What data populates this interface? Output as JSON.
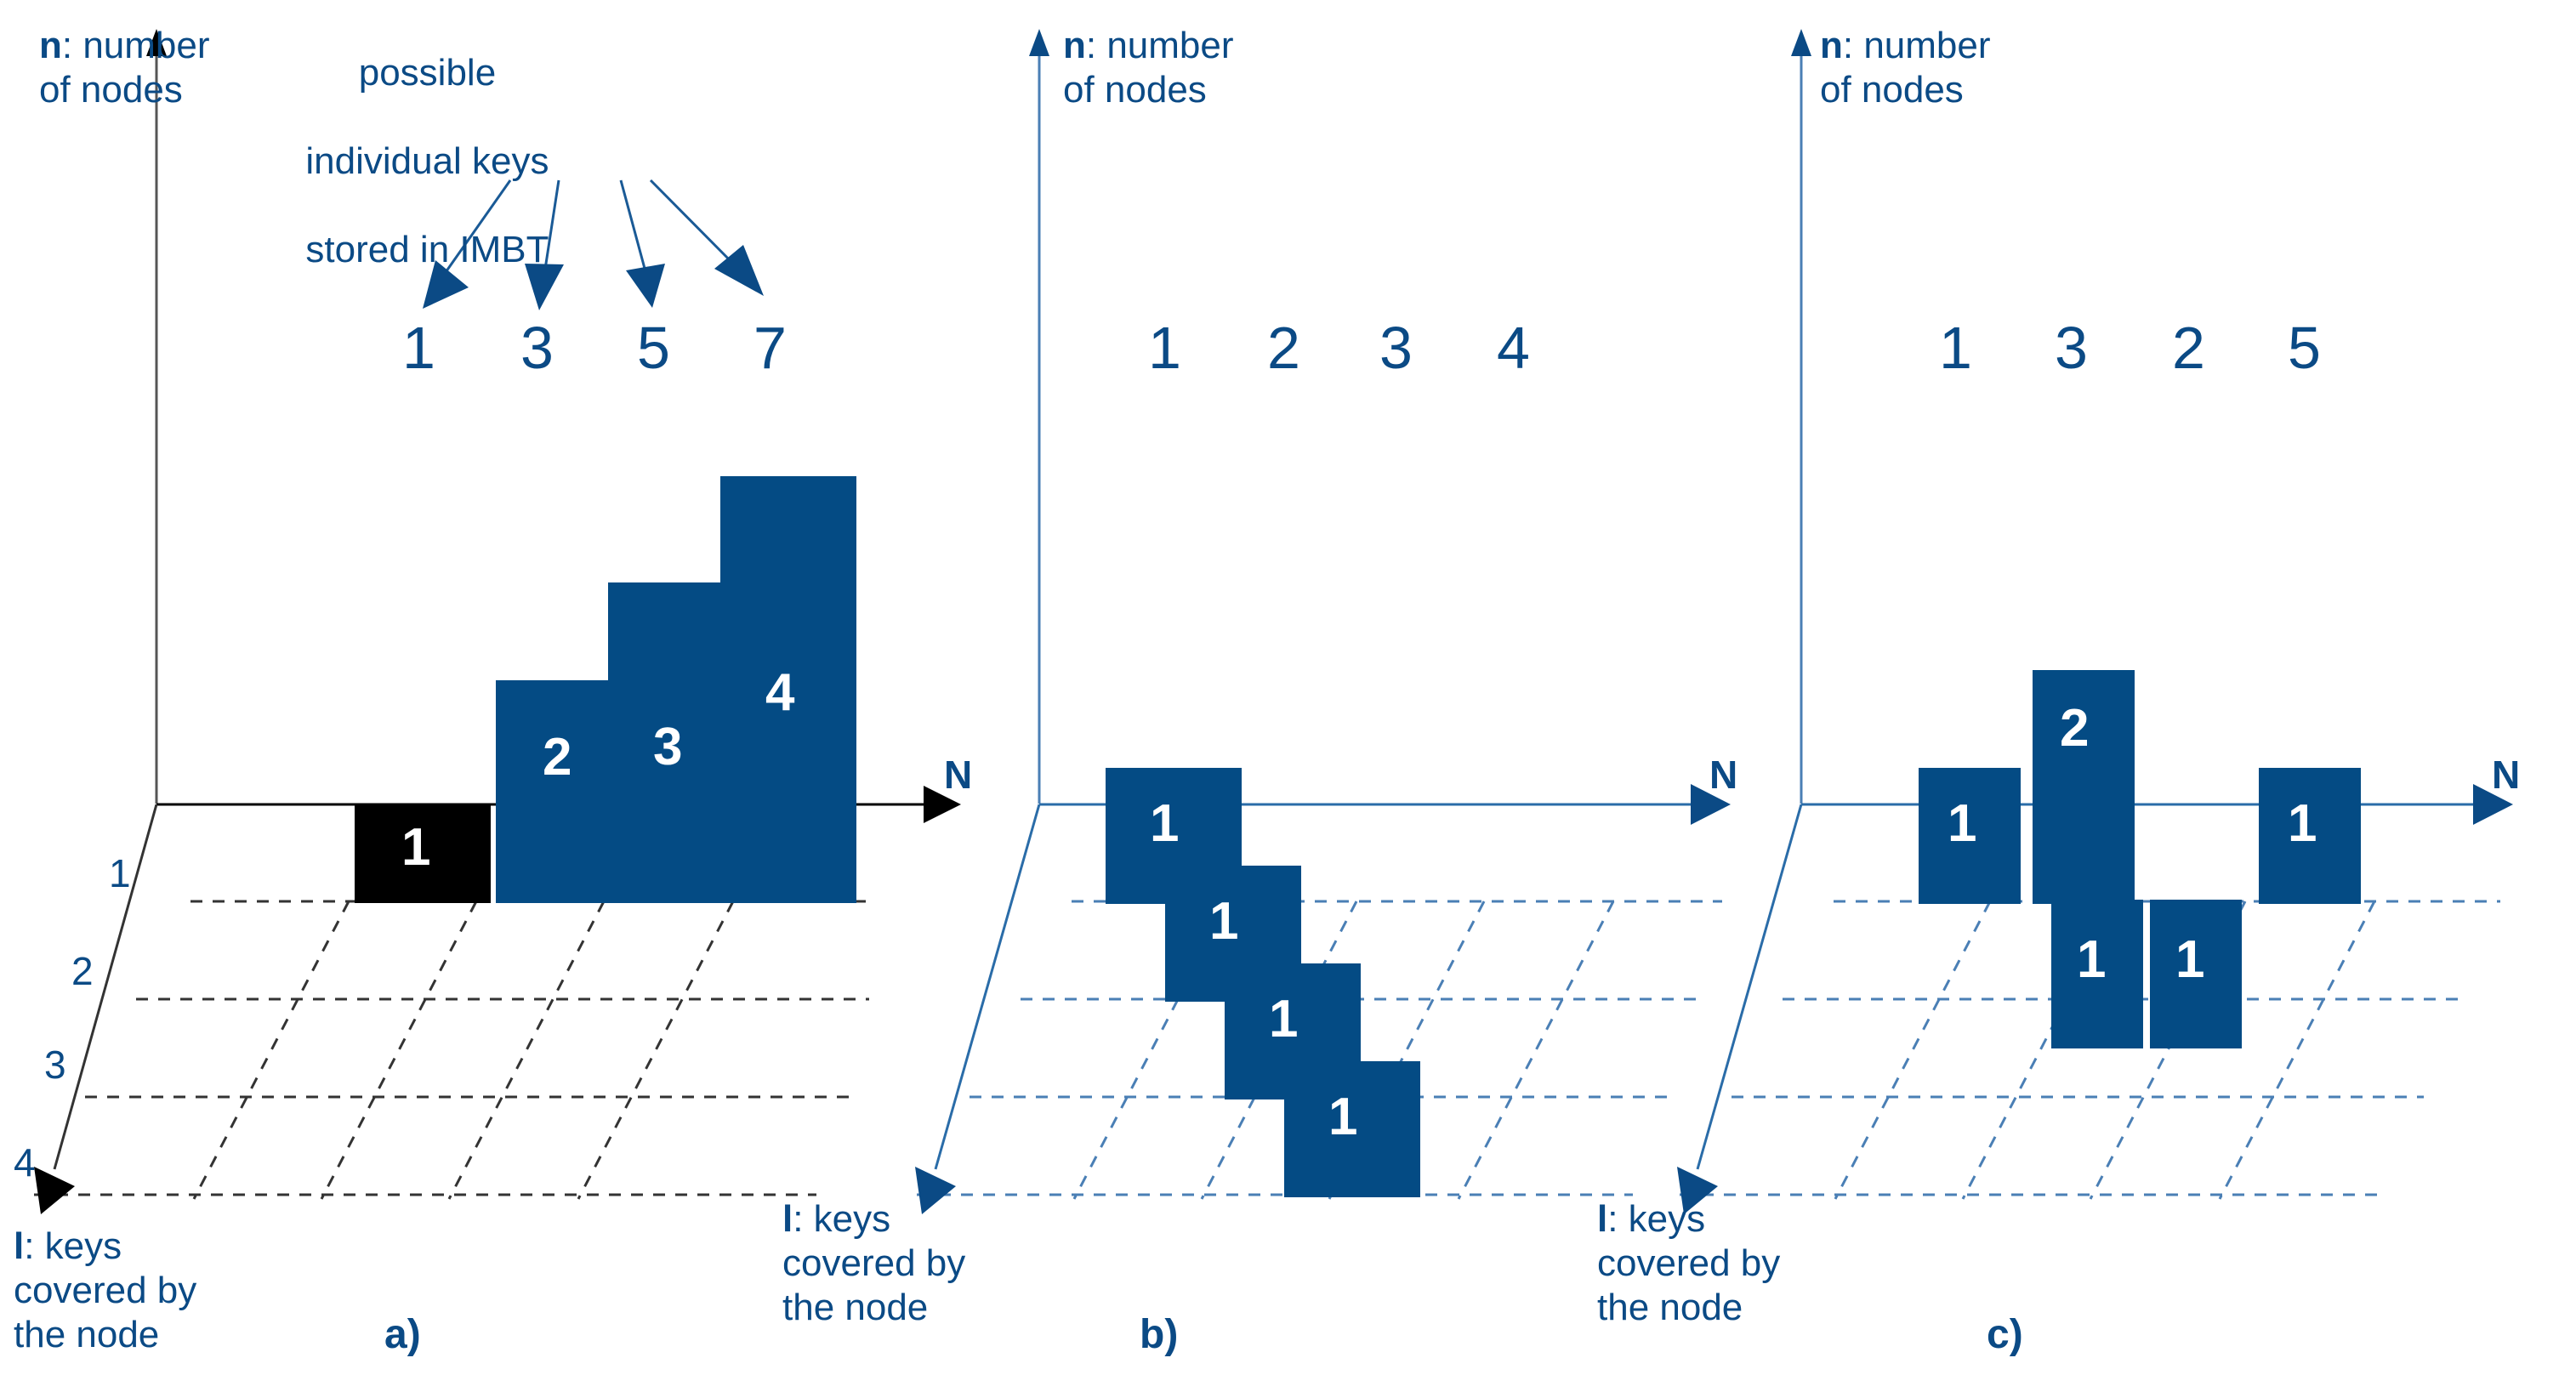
{
  "figure": {
    "title": "IMBT node/key coverage illustration",
    "colors": {
      "blue": "#0B4A85",
      "bar_blue": "#044B84",
      "black": "#000000",
      "white": "#FFFFFF",
      "grid_black": "#333333",
      "grid_blue": "#4A7FB5"
    }
  },
  "panels": [
    {
      "id": "a",
      "panel_label": "a)",
      "y_axis_label_bold": "n",
      "y_axis_label_rest": ": number",
      "y_axis_label_line2": "of nodes",
      "x_axis_label": "N",
      "depth_axis_label_bold": "l",
      "depth_axis_label_rest": ": keys",
      "depth_axis_label_line2": "covered by",
      "depth_axis_label_line3": "the node",
      "depth_ticks": [
        "1",
        "2",
        "3",
        "4"
      ],
      "callout_line1": "possible",
      "callout_line2": "individual keys",
      "callout_line3": "stored in IMBT",
      "column_numbers": [
        "1",
        "3",
        "5",
        "7"
      ],
      "bars": [
        {
          "label": "1",
          "value": 1,
          "column": 1,
          "depth": 1,
          "color": "#000000"
        },
        {
          "label": "2",
          "value": 2,
          "column": 2,
          "depth": 1,
          "color": "#044B84"
        },
        {
          "label": "3",
          "value": 3,
          "column": 3,
          "depth": 1,
          "color": "#044B84"
        },
        {
          "label": "4",
          "value": 4,
          "column": 4,
          "depth": 1,
          "color": "#044B84"
        }
      ]
    },
    {
      "id": "b",
      "panel_label": "b)",
      "y_axis_label_bold": "n",
      "y_axis_label_rest": ": number",
      "y_axis_label_line2": "of nodes",
      "x_axis_label": "N",
      "depth_axis_label_bold": "l",
      "depth_axis_label_rest": ": keys",
      "depth_axis_label_line2": "covered by",
      "depth_axis_label_line3": "the node",
      "column_numbers": [
        "1",
        "2",
        "3",
        "4"
      ],
      "bars": [
        {
          "label": "1",
          "value": 1,
          "column": 1,
          "depth": 1,
          "color": "#044B84"
        },
        {
          "label": "1",
          "value": 1,
          "column": 2,
          "depth": 2,
          "color": "#044B84"
        },
        {
          "label": "1",
          "value": 1,
          "column": 3,
          "depth": 3,
          "color": "#044B84"
        },
        {
          "label": "1",
          "value": 1,
          "column": 4,
          "depth": 4,
          "color": "#044B84"
        }
      ]
    },
    {
      "id": "c",
      "panel_label": "c)",
      "y_axis_label_bold": "n",
      "y_axis_label_rest": ": number",
      "y_axis_label_line2": "of nodes",
      "x_axis_label": "N",
      "depth_axis_label_bold": "l",
      "depth_axis_label_rest": ": keys",
      "depth_axis_label_line2": "covered by",
      "depth_axis_label_line3": "the node",
      "column_numbers": [
        "1",
        "3",
        "2",
        "5"
      ],
      "bars": [
        {
          "label": "1",
          "value": 1,
          "column": 1,
          "depth": 1,
          "color": "#044B84"
        },
        {
          "label": "2",
          "value": 2,
          "column": 2,
          "depth": 1,
          "color": "#044B84"
        },
        {
          "label": "1",
          "value": 1,
          "column": 4,
          "depth": 1,
          "color": "#044B84"
        },
        {
          "label": "1",
          "value": 1,
          "column": 2,
          "depth": 2,
          "color": "#044B84"
        },
        {
          "label": "1",
          "value": 1,
          "column": 3,
          "depth": 2,
          "color": "#044B84"
        }
      ]
    }
  ],
  "chart_data": {
    "type": "bar",
    "title": "Number of nodes vs. N and keys covered by the node (l) for three IMBT configurations",
    "xlabel": "N",
    "ylabel": "n: number of nodes",
    "zlabel": "l: keys covered by the node",
    "grid": true,
    "legend": "none",
    "panels": [
      {
        "name": "a)",
        "annotation": "possible individual keys stored in IMBT",
        "column_numbers": [
          1,
          3,
          5,
          7
        ],
        "depth_ticks": [
          1,
          2,
          3,
          4
        ],
        "categories": [
          "1",
          "2",
          "3",
          "4"
        ],
        "values": [
          1,
          2,
          3,
          4
        ],
        "depths": [
          1,
          1,
          1,
          1
        ],
        "highlight_index": 0
      },
      {
        "name": "b)",
        "column_numbers": [
          1,
          2,
          3,
          4
        ],
        "categories": [
          "1",
          "2",
          "3",
          "4"
        ],
        "values": [
          1,
          1,
          1,
          1
        ],
        "depths": [
          1,
          2,
          3,
          4
        ]
      },
      {
        "name": "c)",
        "column_numbers": [
          1,
          3,
          2,
          5
        ],
        "categories": [
          "1",
          "2",
          "3",
          "4"
        ],
        "values": [
          1,
          2,
          1,
          1,
          1
        ],
        "depths": [
          1,
          1,
          2,
          2,
          1
        ],
        "cells": [
          {
            "column": 1,
            "depth": 1,
            "value": 1
          },
          {
            "column": 2,
            "depth": 1,
            "value": 2
          },
          {
            "column": 2,
            "depth": 2,
            "value": 1
          },
          {
            "column": 3,
            "depth": 2,
            "value": 1
          },
          {
            "column": 4,
            "depth": 1,
            "value": 1
          }
        ]
      }
    ]
  }
}
